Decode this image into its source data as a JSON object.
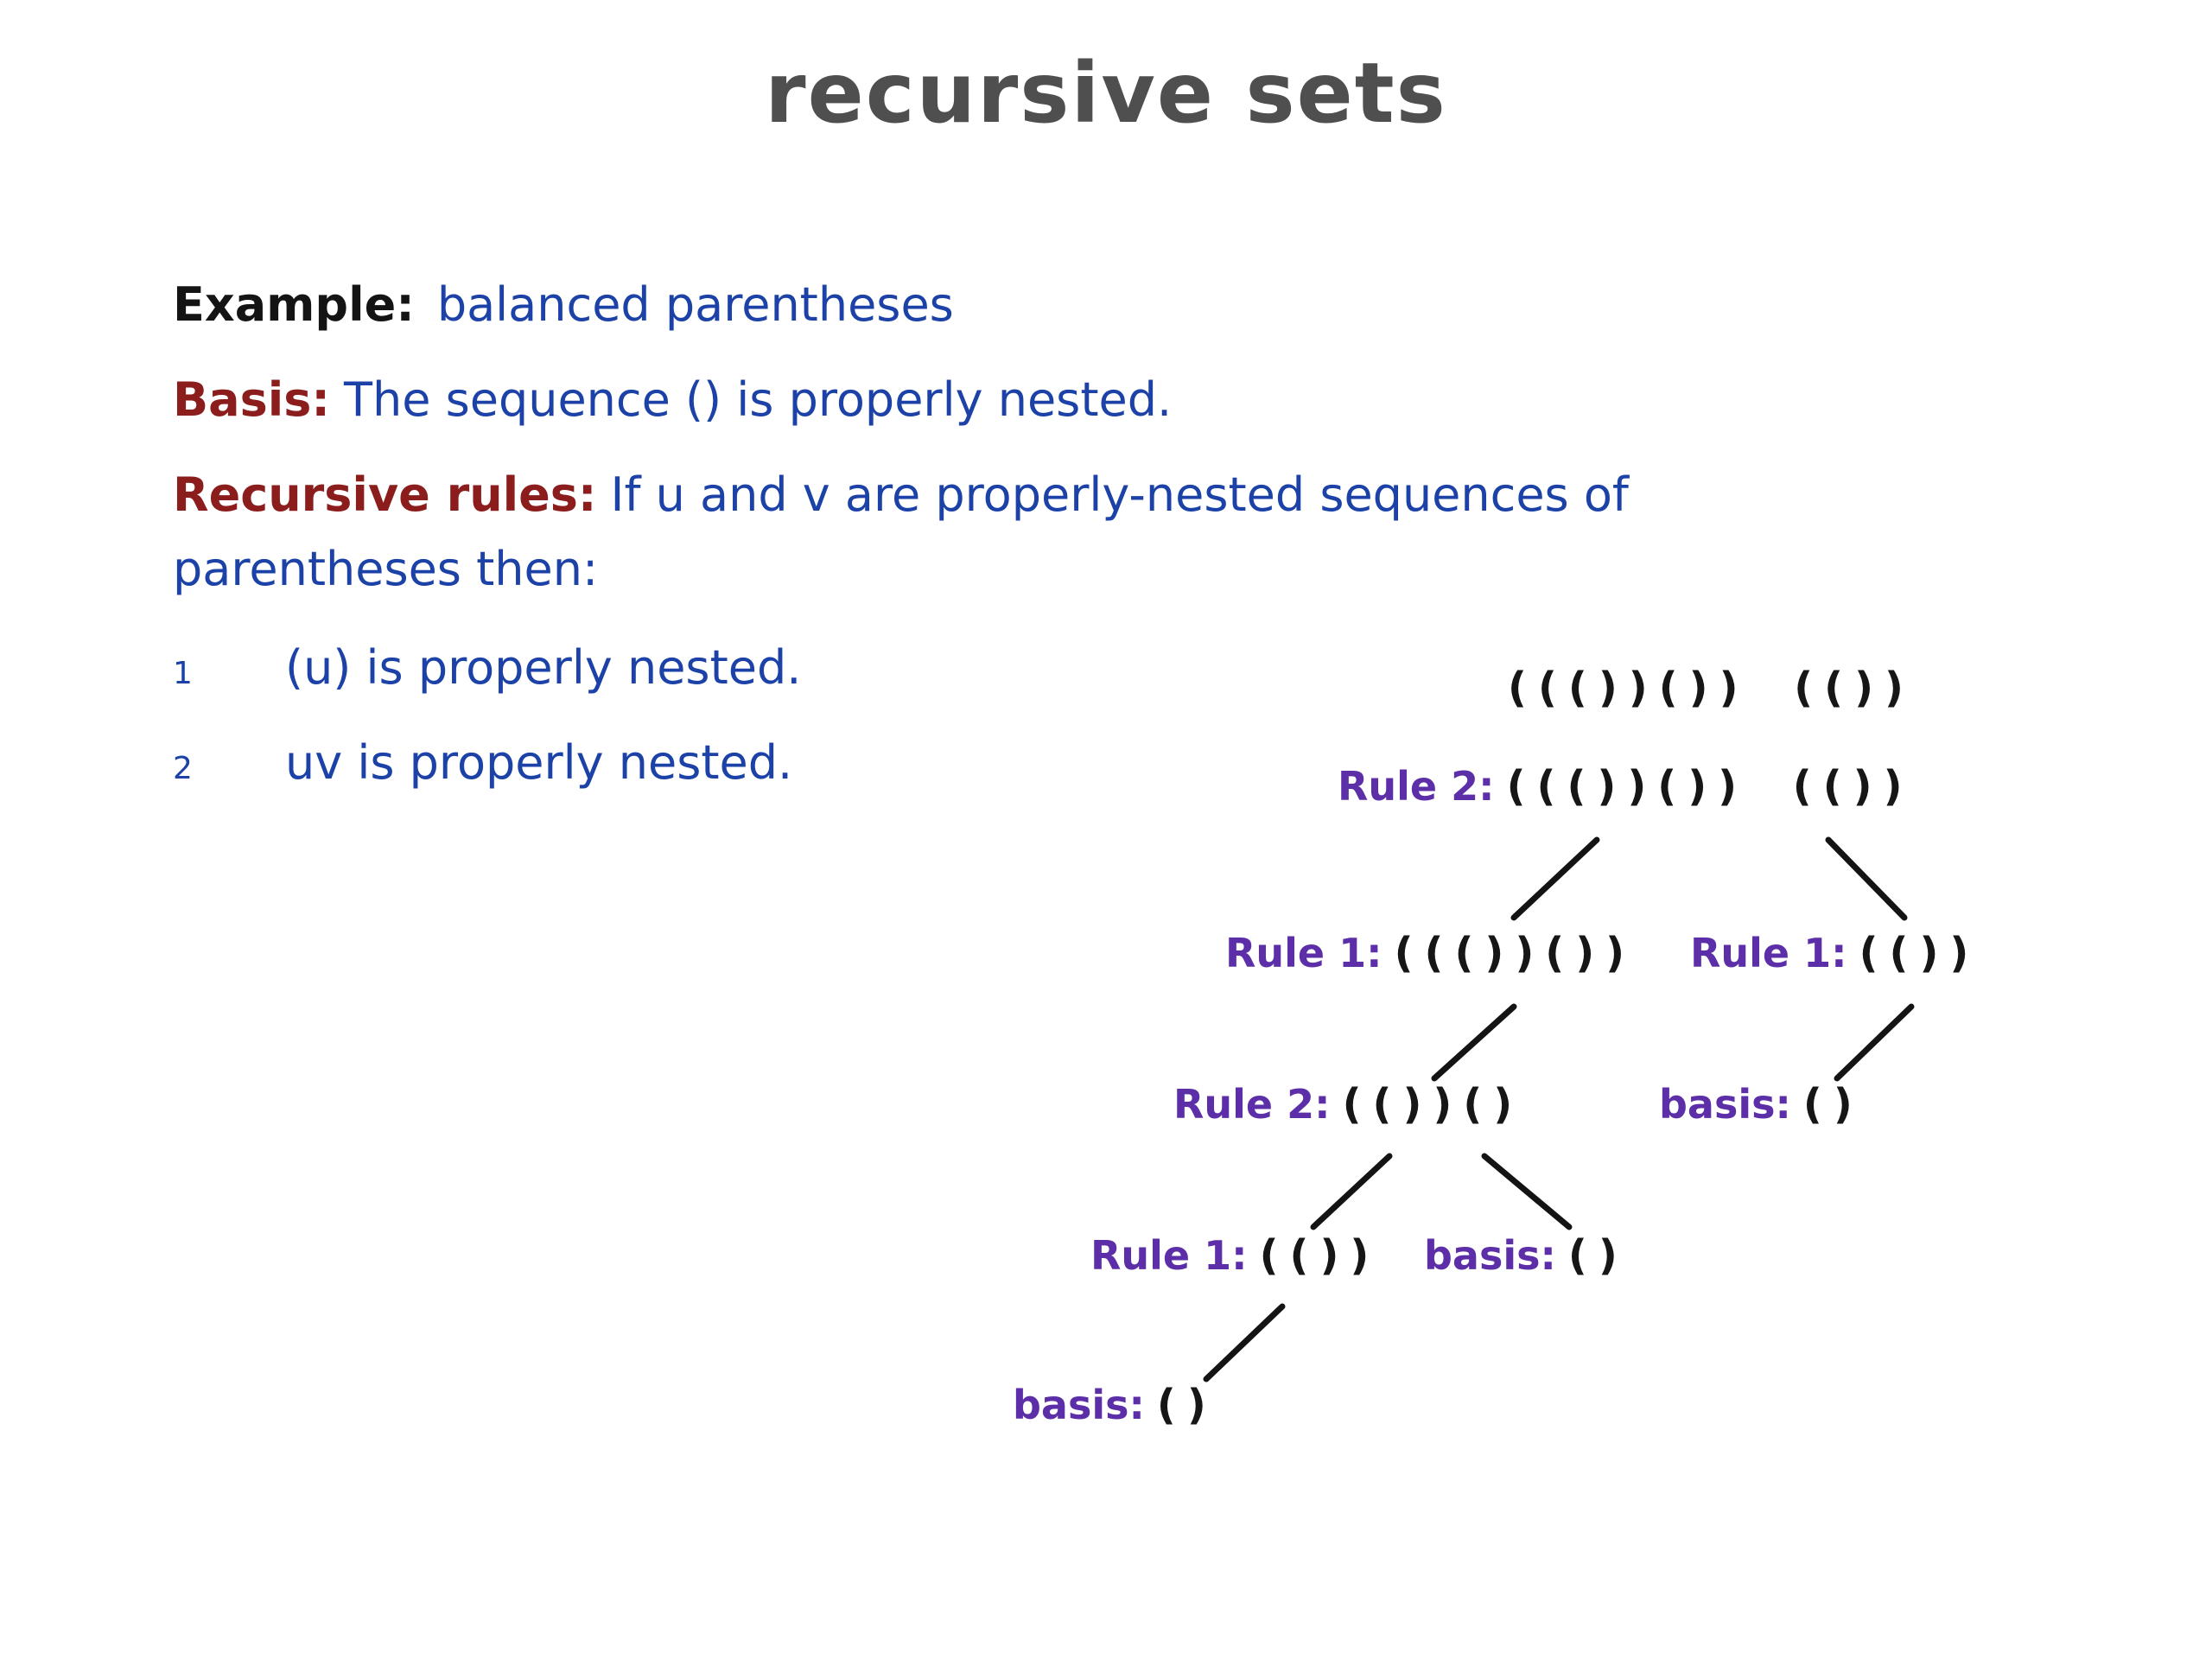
{
  "title": "recursive sets",
  "body": {
    "example": {
      "label": "Example:",
      "text": "balanced parentheses"
    },
    "basis": {
      "label": "Basis:",
      "text": "The sequence () is properly nested."
    },
    "recursive": {
      "label": "Recursive rules:",
      "text": "If u and v are properly-nested sequences of",
      "text_cont": "parentheses then:"
    },
    "items": [
      {
        "num": "1",
        "text": "(u) is properly nested."
      },
      {
        "num": "2",
        "text": "uv is properly nested."
      }
    ]
  },
  "tree": {
    "nodes": [
      {
        "label": "",
        "parens": "((())()) (())"
      },
      {
        "label": "Rule 2:",
        "parens": "((())()) (())"
      },
      {
        "label": "Rule 1:",
        "parens": "((())())"
      },
      {
        "label": "Rule 1:",
        "parens": "(())"
      },
      {
        "label": "Rule 2:",
        "parens": "(())()"
      },
      {
        "label": "basis:",
        "parens": "()"
      },
      {
        "label": "Rule 1:",
        "parens": "(())"
      },
      {
        "label": "basis:",
        "parens": "()"
      },
      {
        "label": "basis:",
        "parens": "()"
      }
    ]
  },
  "colors": {
    "title_gray": "#4f4f4f",
    "text_black": "#141414",
    "text_blue": "#1c42a8",
    "text_red": "#8b1d1d",
    "label_purple": "#5c2fa8",
    "paren_black": "#161616",
    "edge_black": "#141414"
  }
}
